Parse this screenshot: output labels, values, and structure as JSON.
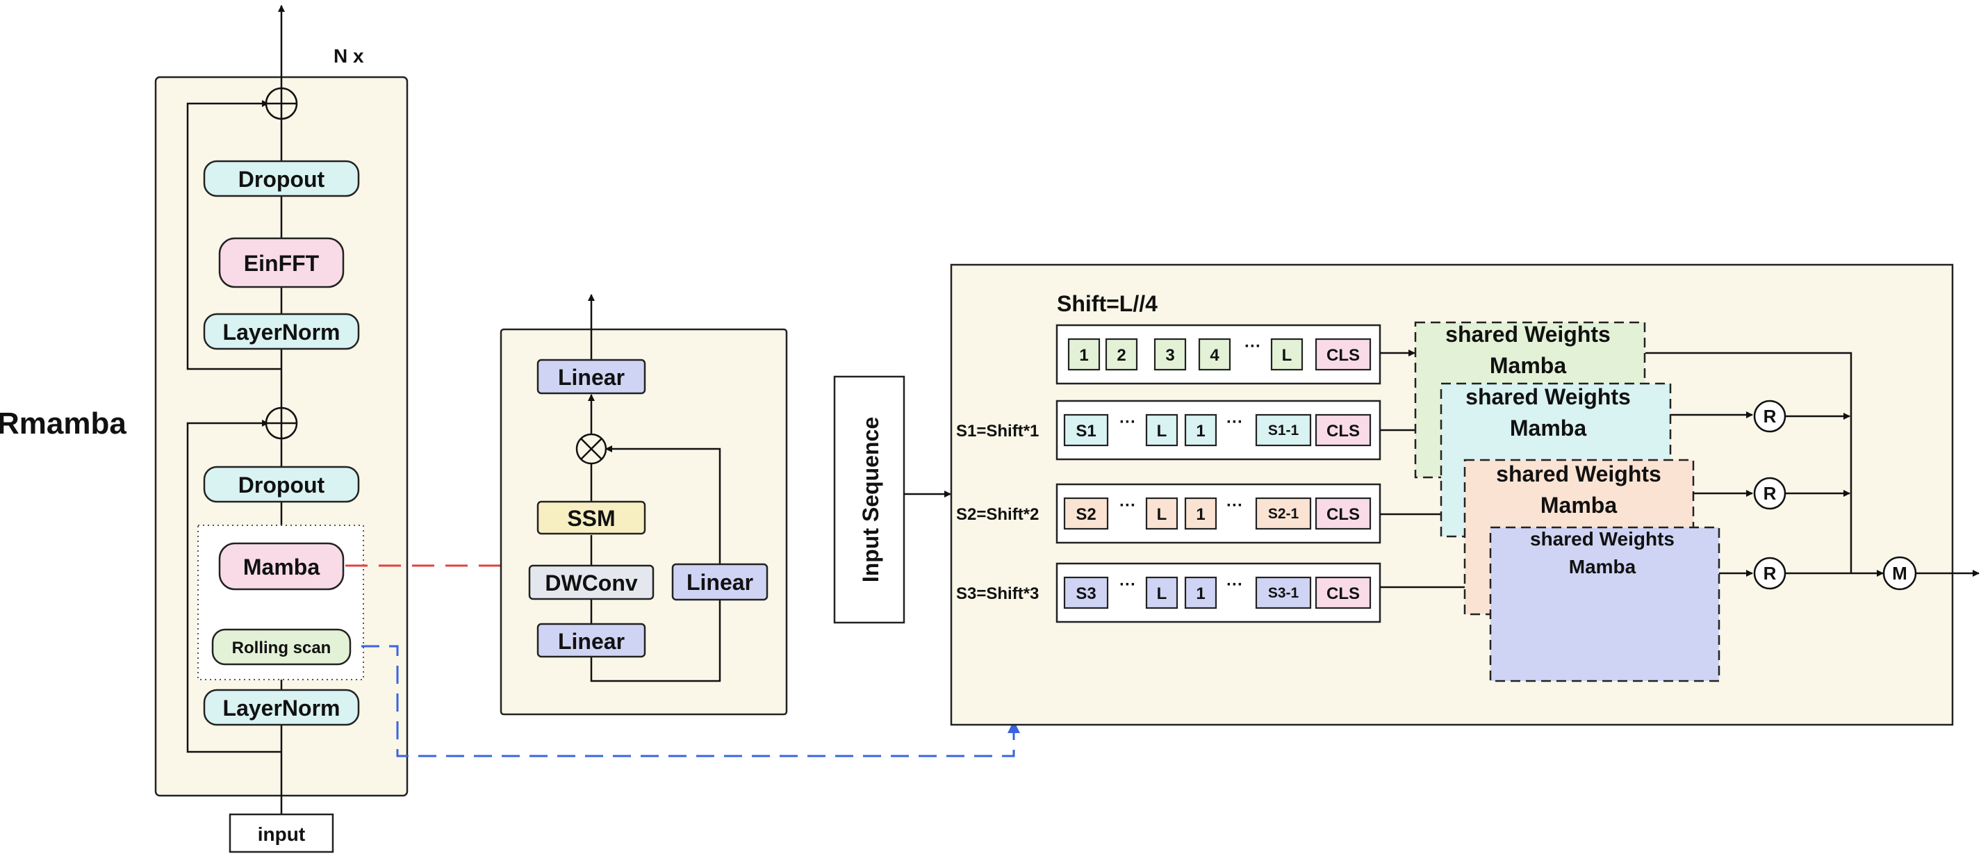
{
  "title": "Rmamba",
  "block": {
    "repeat_label": "N x",
    "input_label": "input",
    "upper": {
      "dropout": "Dropout",
      "mixer": "EinFFT",
      "norm": "LayerNorm"
    },
    "lower": {
      "dropout": "Dropout",
      "mamba": "Mamba",
      "scan": "Rolling scan",
      "norm": "LayerNorm"
    }
  },
  "mamba_detail": {
    "top_linear": "Linear",
    "ssm": "SSM",
    "conv": "DWConv",
    "bottom_linear": "Linear",
    "gate_linear": "Linear"
  },
  "scan_panel": {
    "input_sequence": "Input Sequence",
    "shift_label": "Shift=L//4",
    "rows": [
      {
        "label": "",
        "tokens": [
          "1",
          "2",
          "3",
          "4",
          "···",
          "L",
          "CLS"
        ]
      },
      {
        "label": "S1=Shift*1",
        "tokens": [
          "S1",
          "···",
          "L",
          "1",
          "···",
          "S1-1",
          "CLS"
        ]
      },
      {
        "label": "S2=Shift*2",
        "tokens": [
          "S2",
          "···",
          "L",
          "1",
          "···",
          "S2-1",
          "CLS"
        ]
      },
      {
        "label": "S3=Shift*3",
        "tokens": [
          "S3",
          "···",
          "L",
          "1",
          "···",
          "S3-1",
          "CLS"
        ]
      }
    ],
    "shared_blocks": [
      {
        "line1": "shared Weights",
        "line2": "Mamba"
      },
      {
        "line1": "shared Weights",
        "line2": "Mamba"
      },
      {
        "line1": "shared Weights",
        "line2": "Mamba"
      },
      {
        "line1": "shared Weights",
        "line2": "Mamba"
      }
    ],
    "ops": {
      "reverse": "R",
      "merge": "M"
    }
  },
  "colors": {
    "panel_bg": "#faf6e8",
    "cyan_box": "#d9f2f2",
    "pink_box": "#f9dbe8",
    "green_box": "#e3f1d6",
    "purple_box": "#d0d4f4",
    "yellow_box": "#f7efc2",
    "orange_box": "#fbe3d3",
    "gray_box": "#e4e7ee",
    "red_dash": "#e0433f",
    "blue_dash": "#3a64df"
  }
}
